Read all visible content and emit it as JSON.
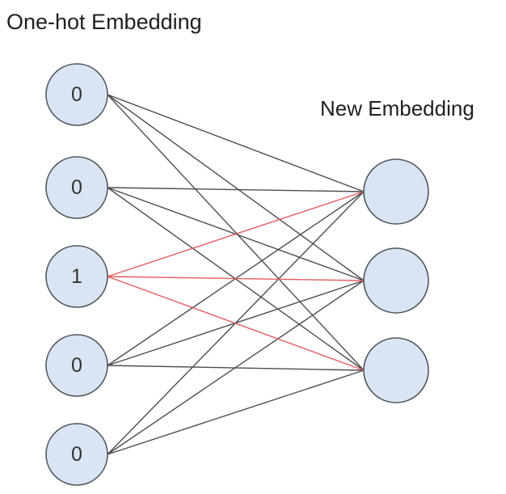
{
  "diagram": {
    "left_title": "One-hot Embedding",
    "right_title": "New Embedding"
  },
  "network": {
    "type": "bipartite-fully-connected",
    "left_nodes": [
      {
        "label": "0"
      },
      {
        "label": "0"
      },
      {
        "label": "1"
      },
      {
        "label": "0"
      },
      {
        "label": "0"
      }
    ],
    "right_nodes": [
      {
        "label": ""
      },
      {
        "label": ""
      },
      {
        "label": ""
      }
    ],
    "hot_index": 2,
    "colors": {
      "node_fill": "#d9e5f4",
      "node_stroke": "#50565c",
      "edge": "#4d4d4d",
      "edge_hot": "#e85b5b",
      "node_label": "#333333",
      "title": "#1f1f1f"
    }
  }
}
